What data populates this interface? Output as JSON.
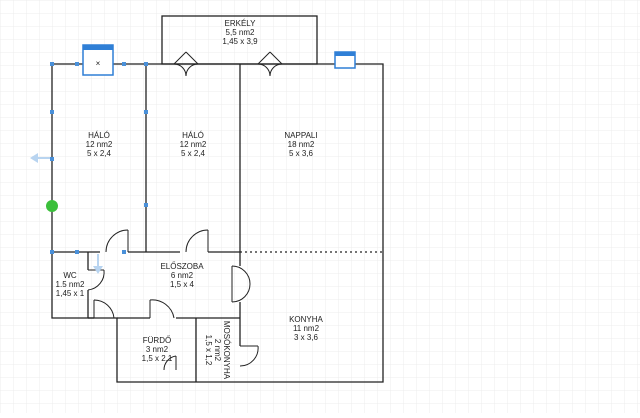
{
  "colors": {
    "grid": "#e6e6e6",
    "wall": "#222222",
    "selection": "#4a90d9",
    "handle": "#3bbf3b",
    "window_widget": "#2f7fd6"
  },
  "icons": {
    "window_widget": "window-icon",
    "move_arrow": "arrow-left-icon",
    "resize_arrow": "arrow-down-icon",
    "drag_handle": "green-dot-handle"
  },
  "rooms": {
    "erkely": {
      "name": "ERKÉLY",
      "area": "5,5 nm2",
      "dims": "1,45 x 3,9"
    },
    "halo1": {
      "name": "HÁLÓ",
      "area": "12 nm2",
      "dims": "5 x 2,4"
    },
    "halo2": {
      "name": "HÁLÓ",
      "area": "12 nm2",
      "dims": "5 x 2,4"
    },
    "nappali": {
      "name": "NAPPALI",
      "area": "18 nm2",
      "dims": "5 x 3,6"
    },
    "wc": {
      "name": "WC",
      "area": "1.5 nm2",
      "dims": "1,45 x 1"
    },
    "eloszoba": {
      "name": "ELŐSZOBA",
      "area": "6 nm2",
      "dims": "1,5 x 4"
    },
    "konyha": {
      "name": "KONYHA",
      "area": "11 nm2",
      "dims": "3 x 3,6"
    },
    "furdo": {
      "name": "FÜRDŐ",
      "area": "3 nm2",
      "dims": "1,5 x 2,1"
    },
    "mosokonyha": {
      "name": "MOSÓKONYHA",
      "area": "2 nm2",
      "dims": "1,5 x 1,2"
    }
  }
}
